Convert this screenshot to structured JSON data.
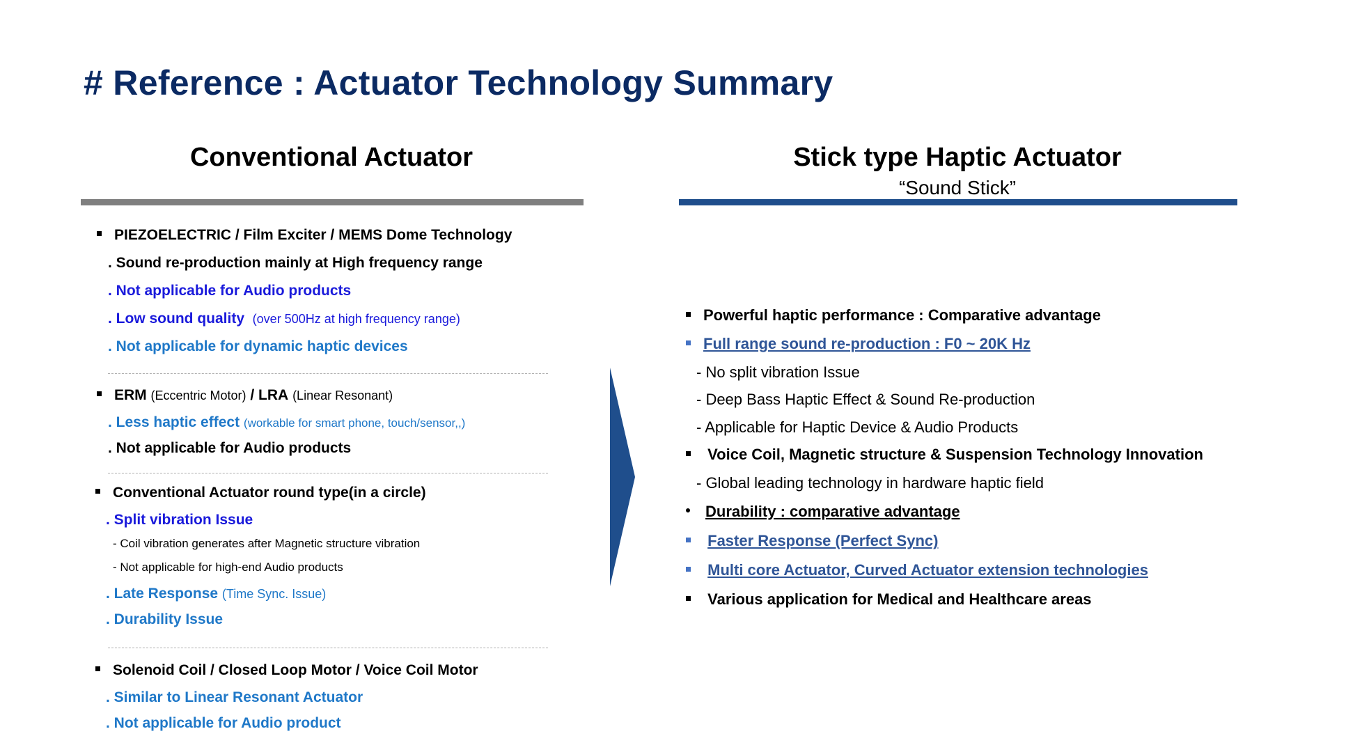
{
  "title": "# Reference : Actuator Technology Summary",
  "left": {
    "heading": "Conventional Actuator",
    "groups": [
      {
        "header": {
          "a": "PIEZOELECTRIC",
          "b": "/ Film Exciter / MEMS Dome Technology"
        },
        "items": [
          {
            "text": ". Sound re-production  mainly  at High frequency  range"
          },
          {
            "text": ". Not applicable  for Audio  products"
          },
          {
            "text": ". Low sound  quality",
            "note": "(over 500Hz at high frequency range)"
          },
          {
            "text": ". Not applicable  for dynamic  haptic devices"
          }
        ]
      },
      {
        "header": {
          "a": "ERM",
          "a_note": "(Eccentric Motor)",
          "b": "/ LRA",
          "b_note": "(Linear Resonant)"
        },
        "items": [
          {
            "text": ". Less haptic effect",
            "note": "(workable for smart phone, touch/sensor,,)"
          },
          {
            "text": ". Not applicable for Audio products"
          }
        ]
      },
      {
        "header": {
          "a": "Conventional  Actuator  round type(in  a circle)"
        },
        "items": [
          {
            "text": ". Split vibration Issue"
          },
          {
            "text": "- Coil vibration generates after Magnetic structure vibration"
          },
          {
            "text": "- Not applicable for high-end Audio products"
          },
          {
            "text": ". Late Response",
            "note": "(Time Sync. Issue)"
          },
          {
            "text": ". Durability Issue"
          }
        ]
      },
      {
        "header": {
          "a": "Solenoid  Coil  / Closed  Loop Motor  / Voice Coil Motor"
        },
        "items": [
          {
            "text": ". Similar to Linear Resonant Actuator"
          },
          {
            "text": ". Not applicable for Audio product"
          }
        ]
      }
    ]
  },
  "right": {
    "heading": "Stick type Haptic Actuator",
    "subheading": "“Sound Stick”",
    "items": [
      {
        "text": "Powerful haptic performance :  Comparative advantage"
      },
      {
        "text": "Full range sound re-production : F0 ~ 20K Hz"
      },
      {
        "text": "- No split vibration Issue"
      },
      {
        "text": "- Deep Bass Haptic Effect & Sound  Re-production"
      },
      {
        "text": "- Applicable  for Haptic Device & Audio Products"
      },
      {
        "text": "Voice Coil, Magnetic structure & Suspension Technology Innovation"
      },
      {
        "text": "- Global leading technology  in hardware  haptic  field"
      },
      {
        "text": "Durability : comparative advantage"
      },
      {
        "text": "Faster Response (Perfect Sync)"
      },
      {
        "text": "Multi core Actuator, Curved Actuator extension technologies"
      },
      {
        "text": "Various application for Medical and Healthcare areas"
      }
    ]
  },
  "colors": {
    "title": "#0b2a63",
    "left_bar": "#7f7f7f",
    "right_bar": "#1f4e8c",
    "arrow": "#1f4e8c",
    "dark_blue_text": "#1a1adb",
    "blue_text": "#1f78c8",
    "link_text": "#2f5597"
  }
}
